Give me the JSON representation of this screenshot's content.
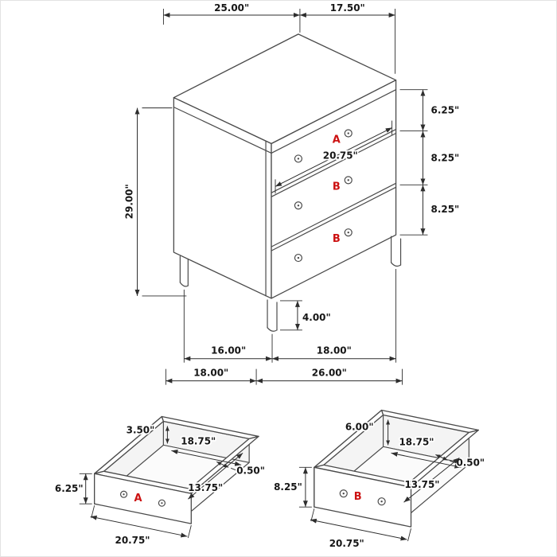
{
  "diagram_title": "3-drawer chest dimension diagram",
  "colors": {
    "line": "#4a4a4a",
    "dimension": "#2e2e2e",
    "accent_red": "#cc1111"
  },
  "main_view": {
    "top_depth": "25.00\"",
    "top_width": "17.50\"",
    "overall_height": "29.00\"",
    "drawer1_front_height": "6.25\"",
    "drawer2_front_height": "8.25\"",
    "drawer3_front_height": "8.25\"",
    "drawer_front_width": "20.75\"",
    "leg_height": "4.00\"",
    "leg_span_depth": "16.00\"",
    "leg_span_width": "18.00\"",
    "base_depth": "18.00\"",
    "base_width": "26.00\"",
    "label_a": "A",
    "label_b1": "B",
    "label_b2": "B"
  },
  "drawer_a_view": {
    "label": "A",
    "interior_height": "3.50\"",
    "interior_width": "18.75\"",
    "front_height": "6.25\"",
    "wall_thickness": "0.50\"",
    "interior_depth": "13.75\"",
    "outer_width": "20.75\""
  },
  "drawer_b_view": {
    "label": "B",
    "interior_height": "6.00\"",
    "interior_width": "18.75\"",
    "front_height": "8.25\"",
    "wall_thickness": "0.50\"",
    "interior_depth": "13.75\"",
    "outer_width": "20.75\""
  }
}
